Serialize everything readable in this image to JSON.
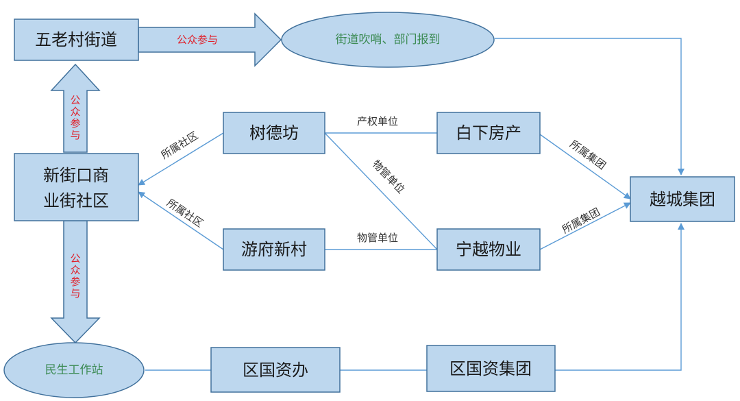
{
  "nodes": {
    "wulaocun": "五老村街道",
    "xinjiekou_line1": "新街口商",
    "xinjiekou_line2": "业街社区",
    "shudefang": "树德坊",
    "youfuxincun": "游府新村",
    "baixia": "白下房产",
    "ningyue": "宁越物业",
    "yuecheng": "越城集团",
    "qugb": "区国资办",
    "qugj": "区国资集团"
  },
  "ellipses": {
    "jiedao": "街道吹哨、部门报到",
    "minsheng": "民生工作站"
  },
  "edge_labels": {
    "gongzhong_h": "公众参与",
    "gongzhong_up": [
      "公",
      "众",
      "参",
      "与"
    ],
    "gongzhong_down": [
      "公",
      "众",
      "参",
      "与"
    ],
    "suoshu_shequ_1": "所属社区",
    "suoshu_shequ_2": "所属社区",
    "chanquan": "产权单位",
    "wuguan_diag": "物管单位",
    "wuguan_h": "物管单位",
    "suoshu_jituan_1": "所属集团",
    "suoshu_jituan_2": "所属集团"
  },
  "colors": {
    "box_fill": "#bdd7ee",
    "box_stroke": "#41719c",
    "line": "#5b9bd5",
    "ellipse_text": "#3c8b54",
    "participation_text": "#e0202a"
  }
}
